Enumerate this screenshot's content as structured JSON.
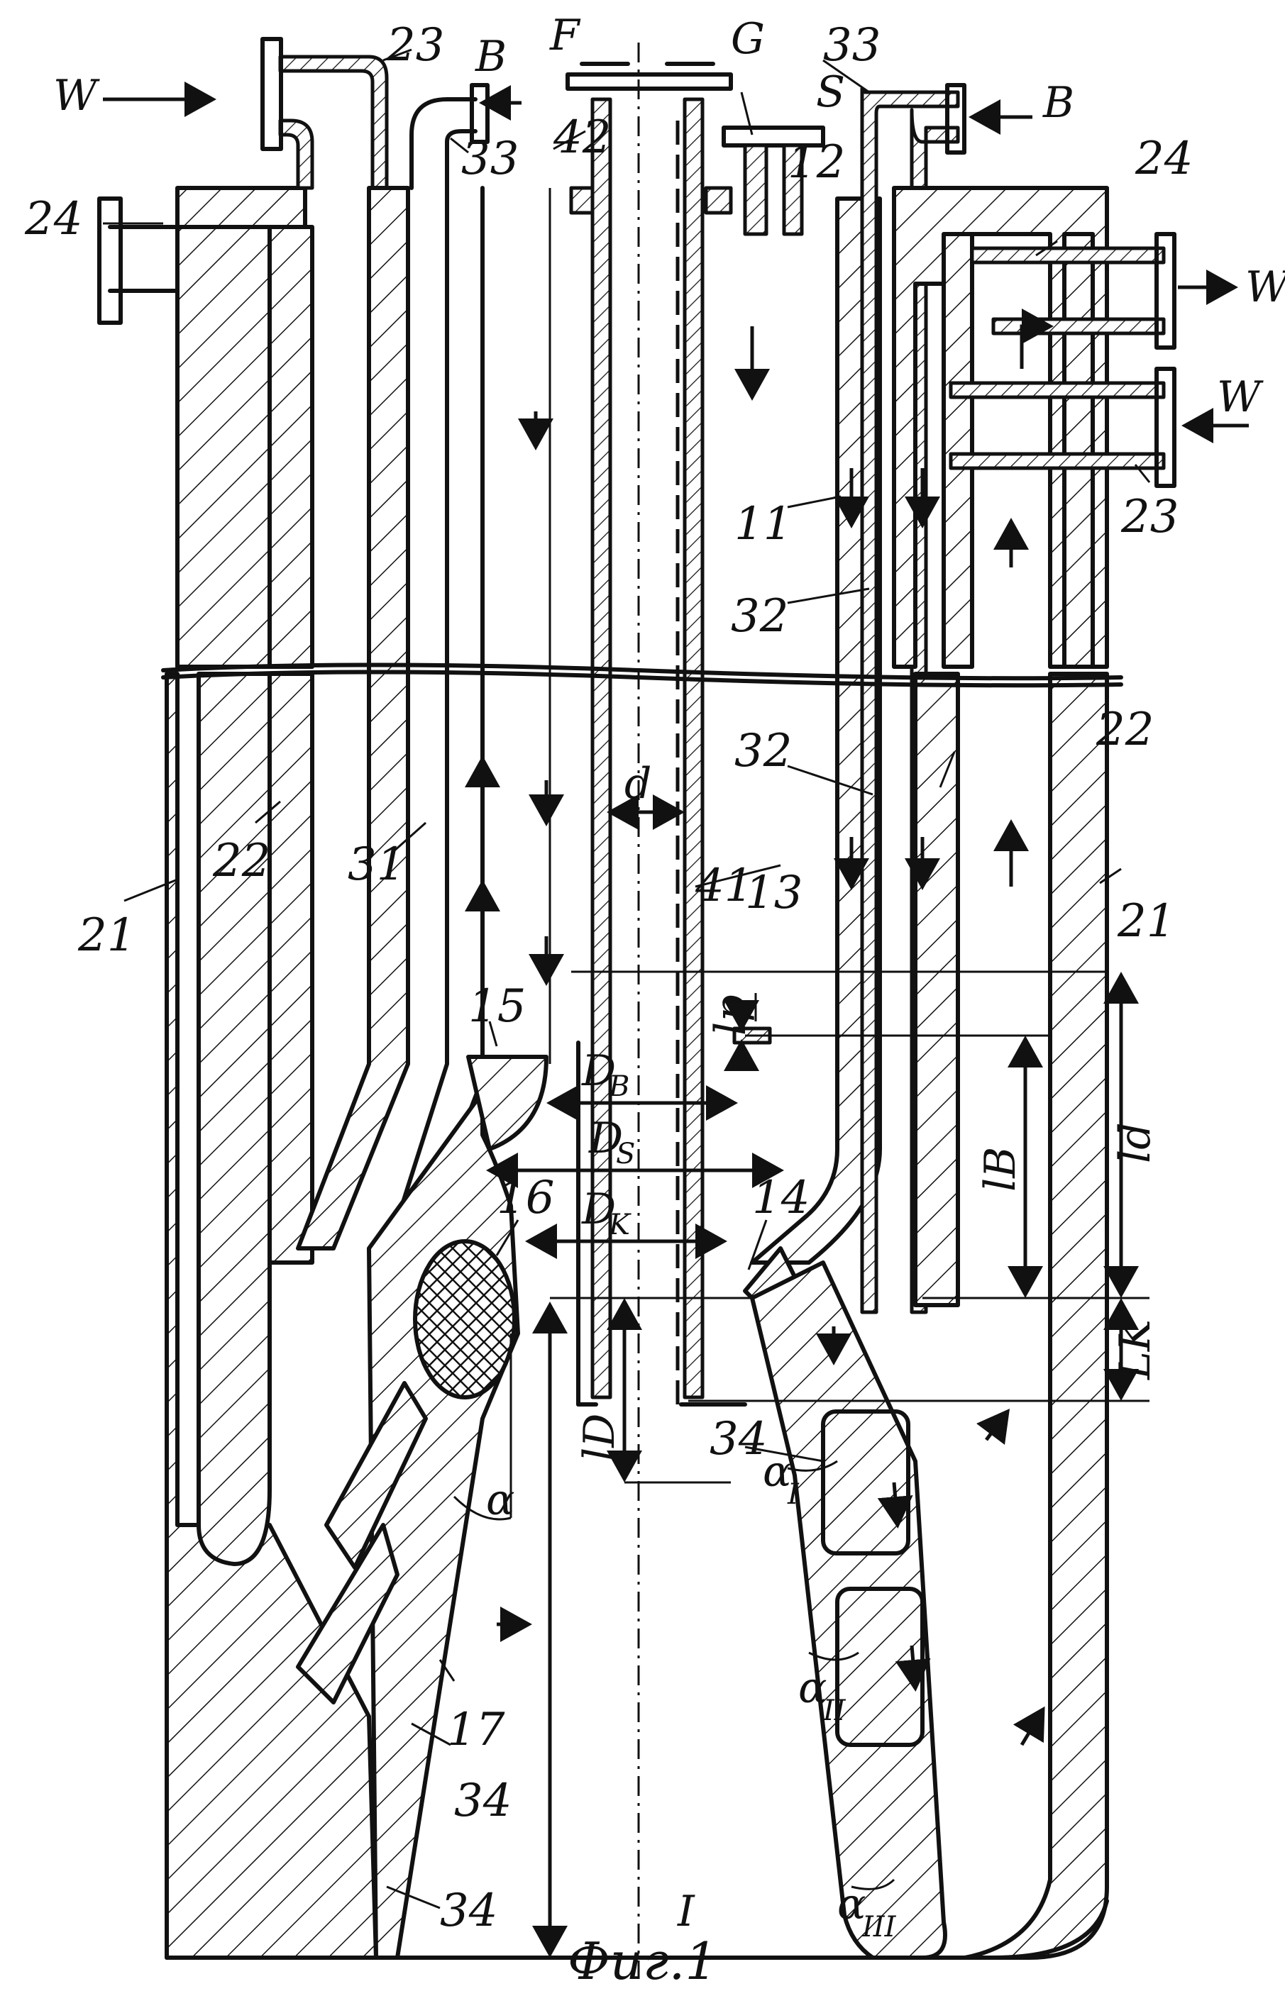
{
  "figure": {
    "caption": "Фиг.1",
    "labels": {
      "W_left": "W",
      "W_right_top": "W",
      "W_right_bottom": "W",
      "B_left": "B",
      "B_right": "B",
      "F": "F",
      "G": "G",
      "S": "S",
      "I": "I",
      "d": "d",
      "alpha": "α",
      "alpha_I": "α",
      "alpha_I_sub": "I",
      "alpha_II": "α",
      "alpha_II_sub": "II",
      "alpha_III": "α",
      "alpha_III_sub": "III",
      "D_B": "D",
      "D_B_sub": "B",
      "D_S": "D",
      "D_S_sub": "S",
      "D_K": "D",
      "D_K_sub": "K",
      "l_p": "lp",
      "l_B": "lB",
      "l_d": "ld",
      "L_K": "LK",
      "l_D": "lD"
    },
    "numbers": {
      "n11": "11",
      "n12": "12",
      "n13": "13",
      "n14": "14",
      "n15": "15",
      "n16": "16",
      "n17": "17",
      "n21_left": "21",
      "n21_right": "21",
      "n22_left": "22",
      "n22_right": "22",
      "n23_left": "23",
      "n23_right": "23",
      "n24_left": "24",
      "n24_right": "24",
      "n31": "31",
      "n32_a": "32",
      "n32_b": "32",
      "n33_left": "33",
      "n33_right": "33",
      "n34_a": "34",
      "n34_b": "34",
      "n34_c": "34",
      "n41": "41",
      "n42": "42"
    }
  }
}
